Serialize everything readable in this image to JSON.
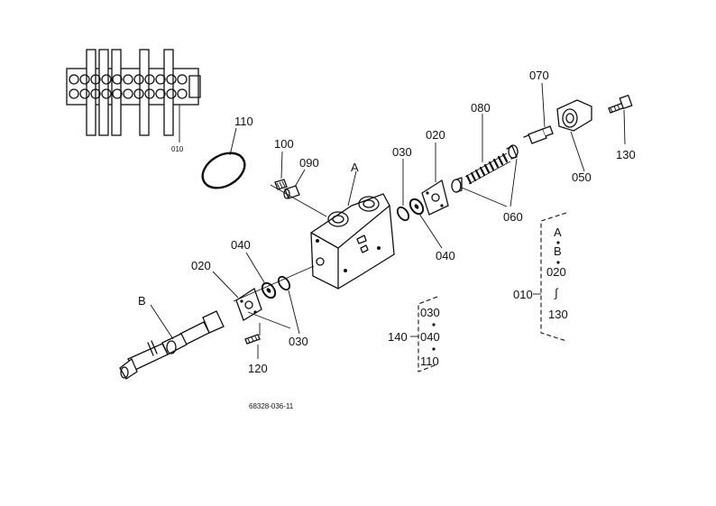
{
  "callouts": {
    "p010_overview": "010",
    "p110": "110",
    "p100": "100",
    "p090": "090",
    "pA": "A",
    "p030_top": "030",
    "p020_top": "020",
    "p080": "080",
    "p070": "070",
    "p130": "130",
    "p050": "050",
    "p060": "060",
    "p040_right": "040",
    "p040_left": "040",
    "p020_left": "020",
    "pB": "B",
    "p030_bottom": "030",
    "p120": "120"
  },
  "set_010": {
    "label": "010",
    "items": [
      "A",
      "B",
      "020",
      "130"
    ],
    "range_symbol": "∫"
  },
  "set_140": {
    "label": "140",
    "items": [
      "030",
      "040",
      "110"
    ]
  },
  "drawing_number": "68328-036-11"
}
